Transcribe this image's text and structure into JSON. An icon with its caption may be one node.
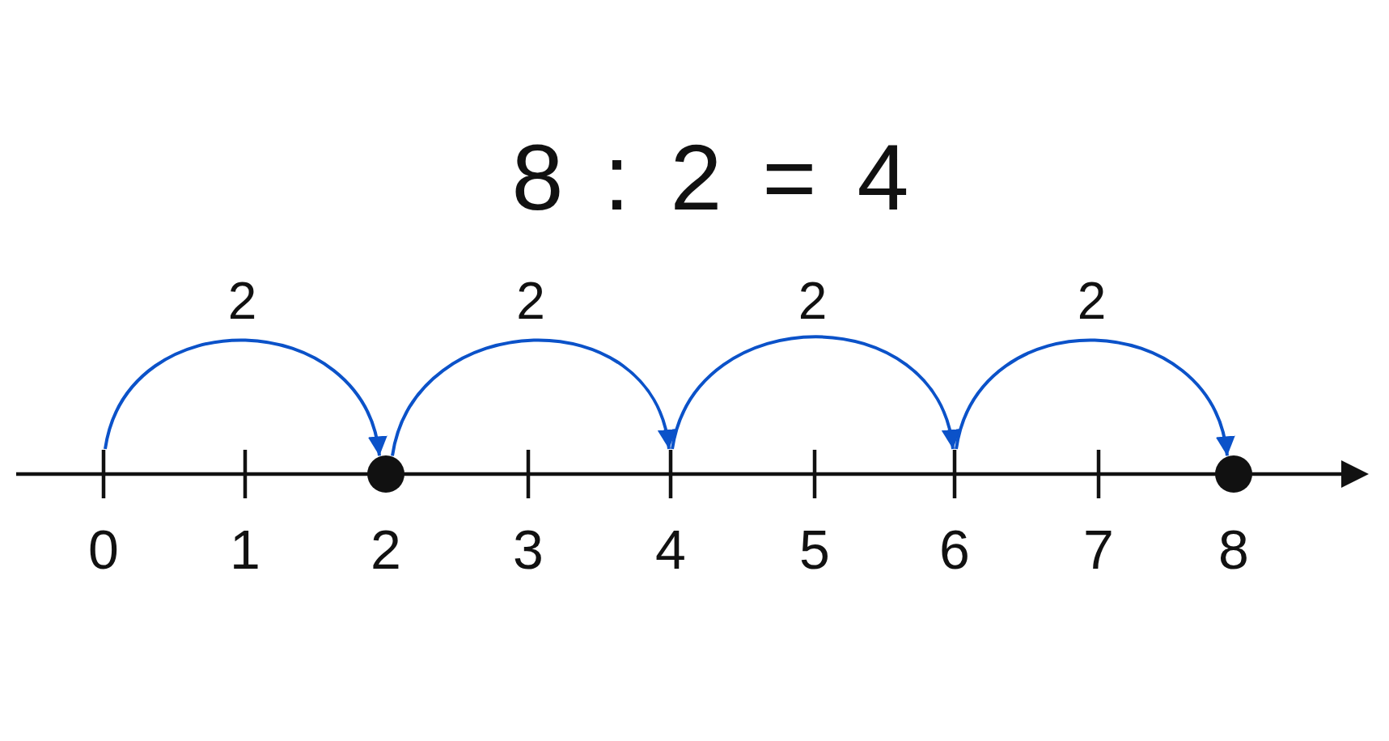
{
  "diagram": {
    "title": "8 : 2 = 4",
    "nodes": [
      {
        "text": [],
        "shape": "bar",
        "beside": [
          "0"
        ]
      },
      {
        "text": [],
        "shape": "circle",
        "beside": [
          "2"
        ]
      },
      {
        "text": [],
        "shape": "bar",
        "beside": [
          "4"
        ]
      },
      {
        "text": [],
        "shape": "bar",
        "beside": [
          "6"
        ]
      },
      {
        "text": [],
        "shape": "circle",
        "beside": [
          "8"
        ]
      }
    ],
    "edges": [
      {
        "from": 0,
        "to": 1,
        "arrow": "to",
        "label": "2"
      },
      {
        "from": 1,
        "to": 2,
        "arrow": "to",
        "label": "2"
      },
      {
        "from": 2,
        "to": 3,
        "arrow": "to",
        "label": "2"
      },
      {
        "from": 3,
        "to": 4,
        "arrow": "to",
        "label": "2"
      }
    ],
    "labels": [
      "1",
      "3",
      "5",
      "7"
    ]
  }
}
